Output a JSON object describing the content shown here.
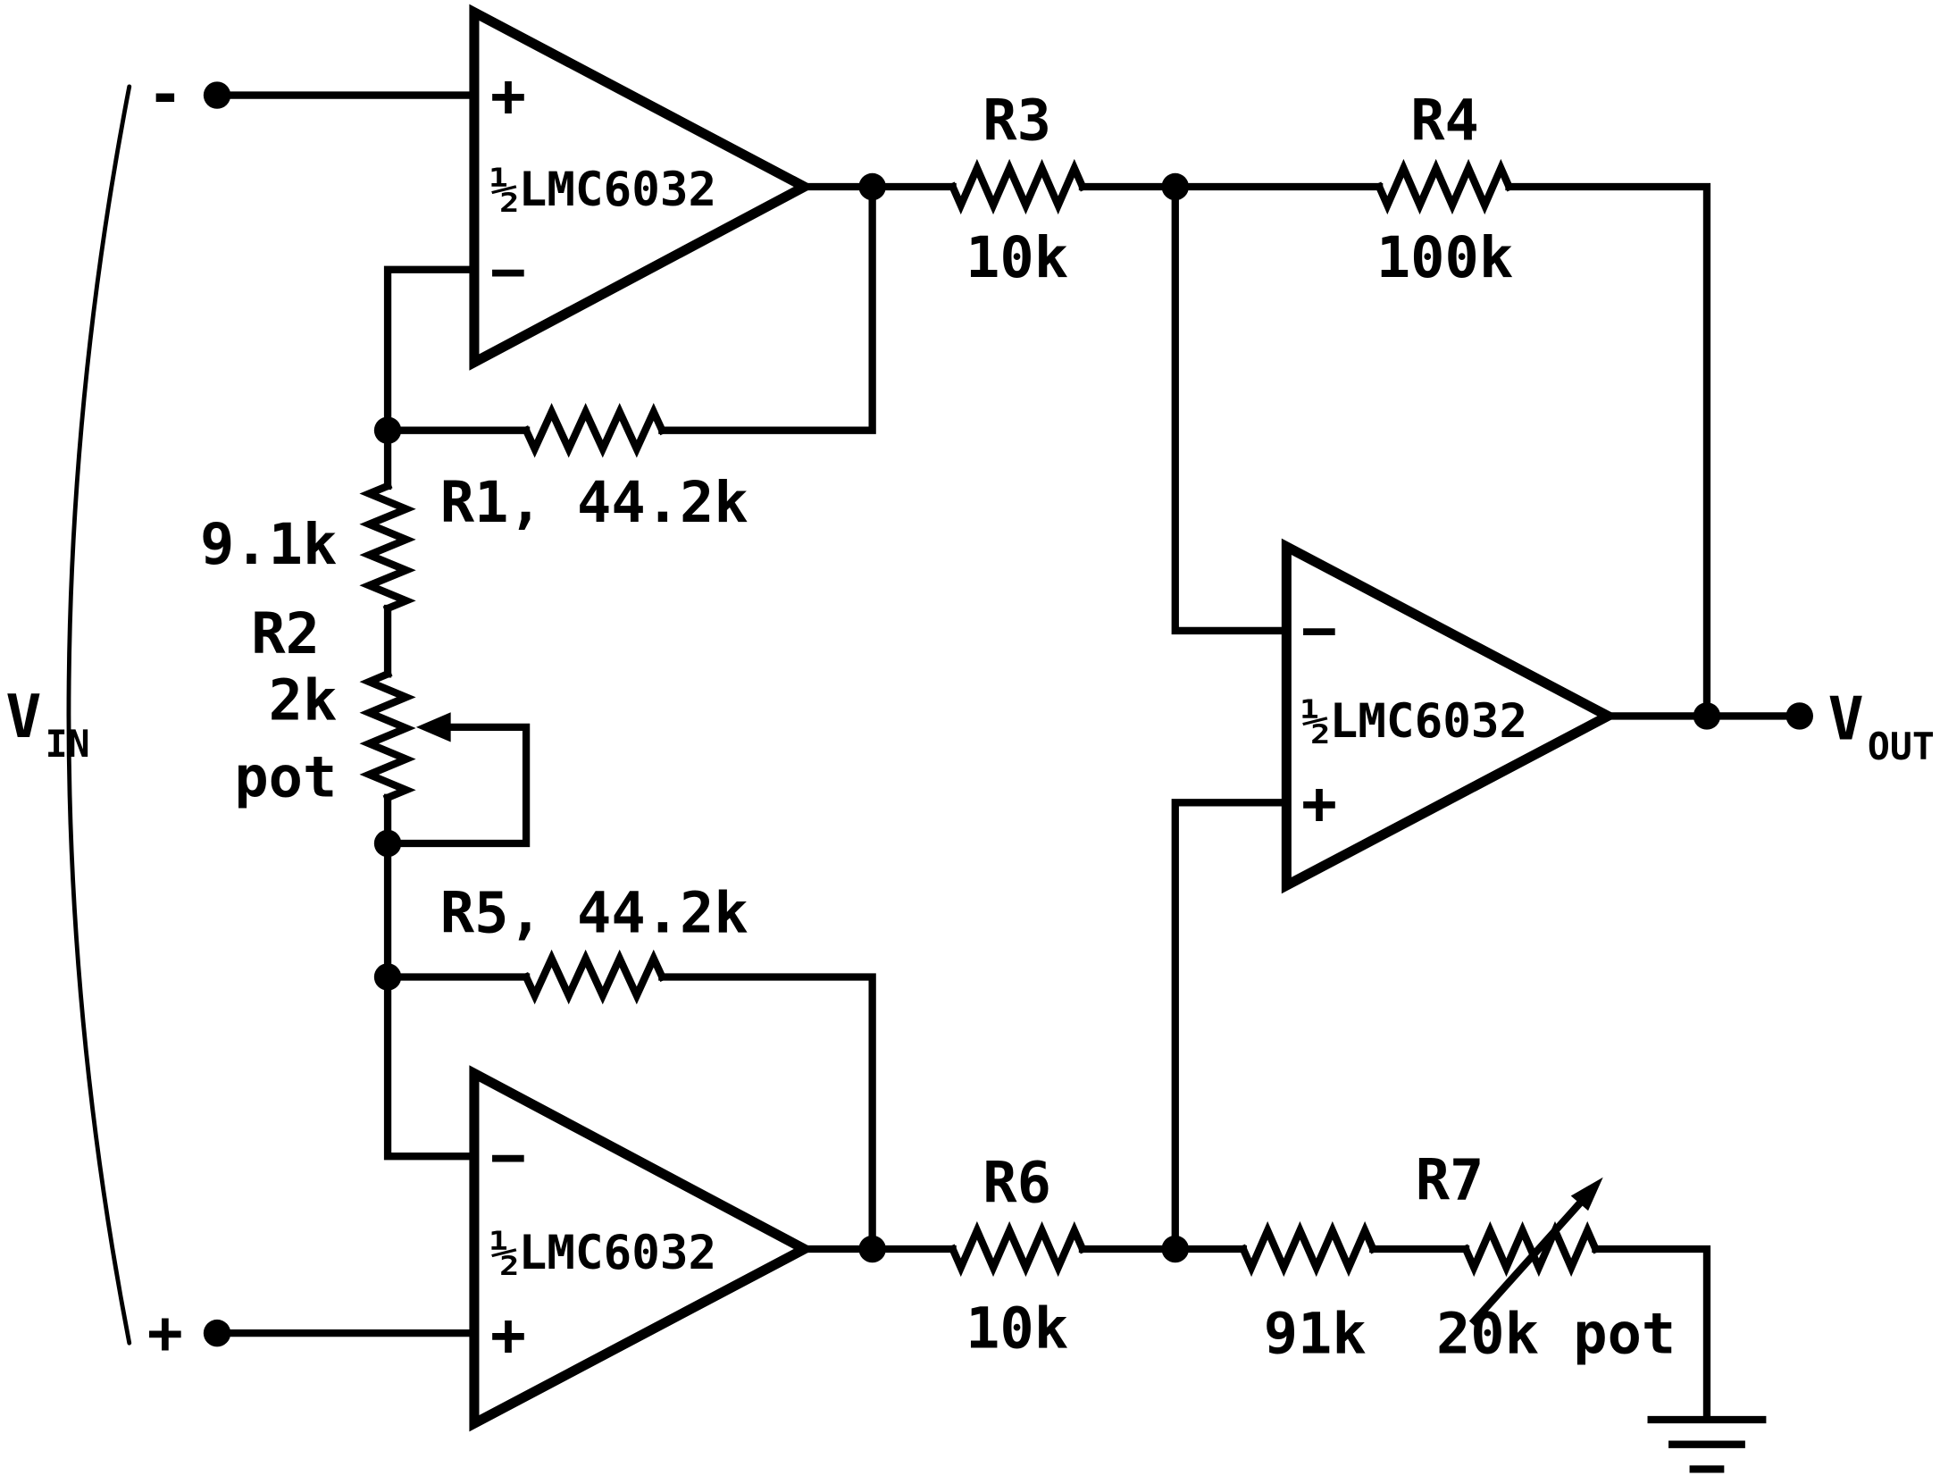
{
  "diagram": {
    "type": "circuit-schematic",
    "description": "Instrumentation amplifier built from three LMC6032 op-amp halves"
  },
  "colors": {
    "ink": "#000000",
    "background": "#ffffff"
  },
  "terminals": {
    "vin_main": "V",
    "vin_sub": "IN",
    "vout_main": "V",
    "vout_sub": "OUT",
    "input_minus": "-",
    "input_plus": "+"
  },
  "opamps": {
    "top": {
      "label": "½LMC6032",
      "in_plus": "+",
      "in_minus": "−"
    },
    "bottom": {
      "label": "½LMC6032",
      "in_plus": "+",
      "in_minus": "−"
    },
    "out": {
      "label": "½LMC6032",
      "in_plus": "+",
      "in_minus": "−"
    }
  },
  "resistors": {
    "r1_label": "R1, 44.2k",
    "r2_value": "9.1k",
    "r2_name": "R2",
    "r2_pot_value": "2k",
    "r2_pot_word": "pot",
    "r3_name": "R3",
    "r3_value": "10k",
    "r4_name": "R4",
    "r4_value": "100k",
    "r5_label": "R5, 44.2k",
    "r6_name": "R6",
    "r6_value": "10k",
    "r7_name": "R7",
    "r7_value": "91k",
    "r7_pot": "20k pot"
  }
}
